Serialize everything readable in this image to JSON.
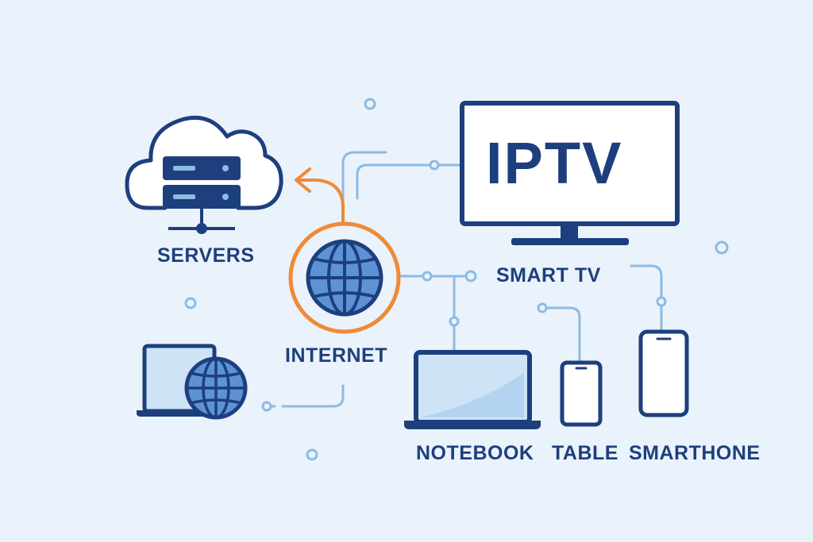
{
  "tv": {
    "screen_text": "IPTV",
    "icon": "smart-tv-icon"
  },
  "labels": {
    "servers": "SERVERS",
    "internet": "INTERNET",
    "smart_tv": "SMART TV",
    "notebook": "NOTEBOOK",
    "tablet": "TABLE",
    "smartphone": "SMARTHONE"
  },
  "icons": {
    "cloud": "cloud-server-icon",
    "globe": "globe-icon",
    "laptop": "laptop-globe-icon",
    "notebook": "notebook-icon",
    "tablet": "tablet-icon",
    "smartphone": "smartphone-icon"
  },
  "colors": {
    "background": "#eaf2fb",
    "navy": "#1d3f7e",
    "accent_orange": "#f08a35",
    "connector_blue": "#8cbbe3",
    "screen_fill": "#cfe3f6",
    "globe_fill": "#5e92d6"
  }
}
